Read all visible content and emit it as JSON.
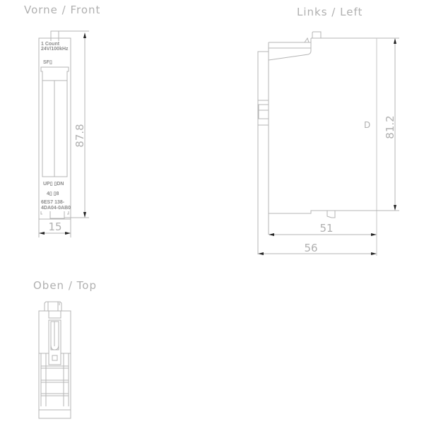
{
  "views": {
    "front": {
      "title": "Vorne  /  Front",
      "labels": {
        "line1": "1 Count",
        "line2": "24V/100kHz",
        "sf": "SF▯",
        "updn": "UP▯ ▯DN",
        "channels": "4▯ ▯8",
        "order_line1": "6ES7 138-",
        "order_line2": "4DA04-0AB0"
      },
      "dimensions": {
        "height": "87.8",
        "width": "15"
      }
    },
    "left": {
      "title": "Links  /  Left",
      "marker": "D",
      "dimensions": {
        "height": "81.2",
        "depth_inner": "51",
        "depth_total": "56"
      }
    },
    "top": {
      "title": "Oben  /  Top"
    }
  },
  "colors": {
    "line": "#b4b4b4",
    "text": "#b0b0b0",
    "arrow": "#222222",
    "background": "#ffffff"
  }
}
